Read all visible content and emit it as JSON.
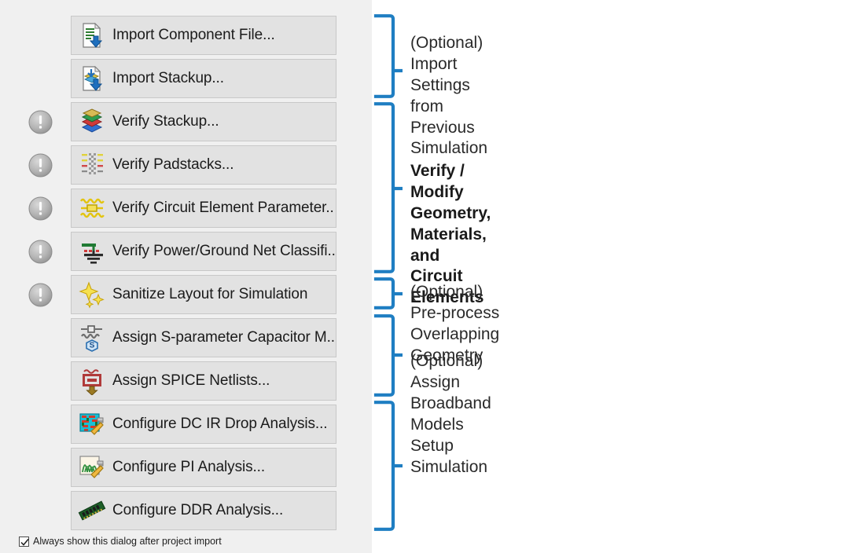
{
  "dialog": {
    "background_color": "#f0f0f0",
    "checkbox": {
      "label": "Always show this dialog after project import",
      "checked": true,
      "name": "always-show-dialog-checkbox"
    },
    "buttons": [
      {
        "label": "Import Component File...",
        "icon": "import-component-file-icon",
        "warning": false
      },
      {
        "label": "Import Stackup...",
        "icon": "import-stackup-icon",
        "warning": false
      },
      {
        "label": "Verify Stackup...",
        "icon": "layer-stack-icon",
        "warning": true
      },
      {
        "label": "Verify Padstacks...",
        "icon": "padstack-grid-icon",
        "warning": true
      },
      {
        "label": "Verify Circuit Element Parameter..",
        "icon": "circuit-element-icon",
        "warning": true
      },
      {
        "label": "Verify Power/Ground Net Classifi..",
        "icon": "power-ground-net-icon",
        "warning": true
      },
      {
        "label": "Sanitize Layout for Simulation",
        "icon": "sparkle-sanitize-icon",
        "warning": true
      },
      {
        "label": "Assign S-parameter Capacitor M..",
        "icon": "s-parameter-capacitor-icon",
        "warning": false
      },
      {
        "label": "Assign SPICE Netlists...",
        "icon": "spice-netlist-icon",
        "warning": false
      },
      {
        "label": "Configure DC IR Drop Analysis...",
        "icon": "dc-ir-drop-icon",
        "warning": false
      },
      {
        "label": "Configure PI Analysis...",
        "icon": "pi-analysis-icon",
        "warning": false
      },
      {
        "label": "Configure DDR Analysis...",
        "icon": "ddr-memory-icon",
        "warning": false
      }
    ]
  },
  "annotations": {
    "bracket_color": "#1f7ec2",
    "items": [
      {
        "text": "(Optional) Import Settings\nfrom Previous Simulation",
        "bold": false,
        "name": "annotation-import-settings"
      },
      {
        "text": "Verify / Modify Geometry,\nMaterials, and Circuit Elements",
        "bold": true,
        "name": "annotation-verify-modify-geometry"
      },
      {
        "text": "(Optional) Pre-process Overlapping Geometry",
        "bold": false,
        "name": "annotation-preprocess-overlapping-geometry"
      },
      {
        "text": "(Optional) Assign Broadband Models",
        "bold": false,
        "name": "annotation-assign-broadband-models"
      },
      {
        "text": "Setup Simulation",
        "bold": false,
        "name": "annotation-setup-simulation"
      }
    ]
  }
}
